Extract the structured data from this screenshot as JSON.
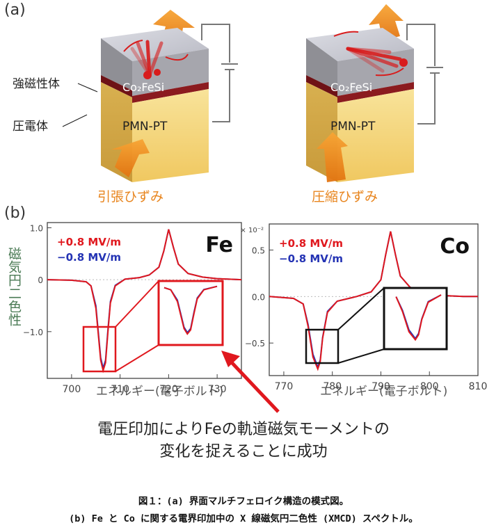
{
  "panel_a": {
    "label": "(a)",
    "label_ferromagnet": "強磁性体",
    "label_piezo": "圧電体",
    "left_block": {
      "top_material": "Co₂FeSi",
      "bottom_material": "PMN-PT",
      "strain_label": "引張ひずみ"
    },
    "right_block": {
      "top_material": "Co₂FeSi",
      "bottom_material": "PMN-PT",
      "strain_label": "圧縮ひずみ"
    },
    "colors": {
      "strain_arrow": "#e8851e",
      "magnet_arrow": "#d81c1c",
      "ferro_layer": "#9a9a9a",
      "interface": "#8b1b1f",
      "piezo": "#f3d77a"
    }
  },
  "panel_b": {
    "label": "(b)",
    "ylabel": "磁気円二色性",
    "xlabel": "エネルギー(電子ボルト)",
    "legend": {
      "plus": "+0.8 MV/m",
      "minus": "−0.8 MV/m"
    },
    "colors": {
      "plus": "#e0181e",
      "minus": "#2433b4",
      "inset_fe": "#e0181e",
      "inset_co": "#111111",
      "ylabel": "#4a7a54"
    }
  },
  "chart_data": [
    {
      "type": "line",
      "element_label": "Fe",
      "xlim": [
        695,
        735
      ],
      "ylim": [
        -1.9,
        1.1
      ],
      "x_ticks": [
        "700",
        "710",
        "720",
        "730"
      ],
      "y_ticks": [
        "1.0",
        "0",
        "−1.0"
      ],
      "series": [
        {
          "name": "+0.8 MV/m",
          "x": [
            695,
            700,
            703,
            704,
            705,
            706,
            706.5,
            707,
            707.5,
            708,
            709,
            711,
            714,
            716,
            718,
            719,
            720,
            721,
            722,
            724,
            727,
            730,
            735
          ],
          "y": [
            0.0,
            -0.01,
            -0.04,
            -0.12,
            -0.55,
            -1.55,
            -1.75,
            -1.6,
            -1.0,
            -0.45,
            -0.12,
            0.01,
            0.04,
            0.09,
            0.24,
            0.55,
            0.97,
            0.62,
            0.3,
            0.12,
            0.05,
            0.02,
            0.0
          ]
        },
        {
          "name": "−0.8 MV/m",
          "x": [
            695,
            700,
            703,
            704,
            705,
            706,
            706.5,
            707,
            707.5,
            708,
            709,
            711,
            714,
            716,
            718,
            719,
            720,
            721,
            722,
            724,
            727,
            730,
            735
          ],
          "y": [
            0.0,
            -0.01,
            -0.04,
            -0.12,
            -0.5,
            -1.5,
            -1.7,
            -1.55,
            -0.95,
            -0.42,
            -0.11,
            0.01,
            0.04,
            0.09,
            0.24,
            0.55,
            0.97,
            0.62,
            0.3,
            0.12,
            0.05,
            0.02,
            0.0
          ]
        }
      ]
    },
    {
      "type": "line",
      "element_label": "Co",
      "y_exponent": "× 10⁻²",
      "xlim": [
        767,
        810
      ],
      "ylim": [
        -0.85,
        0.78
      ],
      "x_ticks": [
        "770",
        "780",
        "790",
        "800",
        "810"
      ],
      "y_ticks": [
        "0.5",
        "0.0",
        "−0.5"
      ],
      "series": [
        {
          "name": "+0.8 MV/m",
          "x": [
            767,
            772,
            774,
            775,
            776,
            777,
            777.5,
            778,
            779,
            781,
            785,
            788,
            790,
            791,
            792,
            793,
            794,
            796,
            799,
            803,
            807,
            810
          ],
          "y": [
            0.0,
            -0.02,
            -0.08,
            -0.32,
            -0.65,
            -0.78,
            -0.7,
            -0.45,
            -0.17,
            -0.05,
            0.0,
            0.05,
            0.18,
            0.45,
            0.7,
            0.45,
            0.22,
            0.1,
            0.04,
            0.01,
            0.0,
            0.0
          ]
        },
        {
          "name": "−0.8 MV/m",
          "x": [
            767,
            772,
            774,
            775,
            776,
            777,
            777.5,
            778,
            779,
            781,
            785,
            788,
            790,
            791,
            792,
            793,
            794,
            796,
            799,
            803,
            807,
            810
          ],
          "y": [
            0.0,
            -0.02,
            -0.08,
            -0.3,
            -0.62,
            -0.76,
            -0.68,
            -0.44,
            -0.16,
            -0.05,
            0.0,
            0.05,
            0.18,
            0.45,
            0.7,
            0.45,
            0.22,
            0.1,
            0.04,
            0.01,
            0.0,
            0.0
          ]
        }
      ]
    }
  ],
  "annotation": {
    "line1": "電圧印加によりFeの軌道磁気モーメントの",
    "line2": "変化を捉えることに成功"
  },
  "caption": {
    "line1": "図１：(a) 界面マルチフェロイク構造の模式図。",
    "line2": "(b) Fe と Co に関する電界印加中の X 線磁気円二色性 (XMCD) スペクトル。"
  }
}
